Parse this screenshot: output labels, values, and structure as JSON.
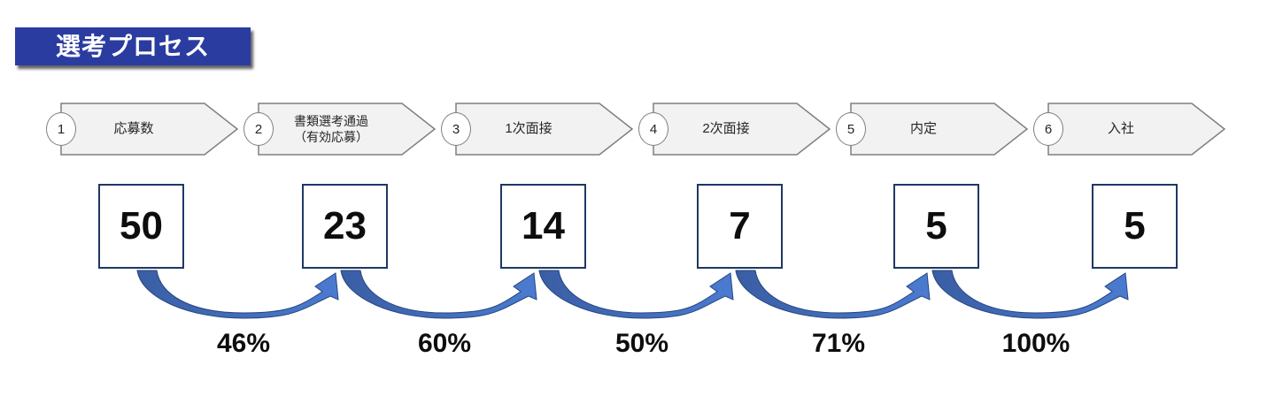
{
  "title": {
    "label": "選考プロセス"
  },
  "colors": {
    "banner-blue": "#2b3ca0",
    "chevron-fill": "#f2f2f2",
    "chevron-border": "#7f7f7f",
    "box-border": "#1f3864",
    "arrow-dark": "#3a5ea4",
    "arrow-light": "#4b7bd0",
    "arrow-outline": "#26477f"
  },
  "funnel": {
    "stages": [
      {
        "step_no": "1",
        "label": "応募数",
        "count": "50"
      },
      {
        "step_no": "2",
        "label": "書類選考通過",
        "label2": "（有効応募）",
        "count": "23"
      },
      {
        "step_no": "3",
        "label": "1次面接",
        "count": "14"
      },
      {
        "step_no": "4",
        "label": "2次面接",
        "count": "7"
      },
      {
        "step_no": "5",
        "label": "内定",
        "count": "5"
      },
      {
        "step_no": "6",
        "label": "入社",
        "count": "5"
      }
    ],
    "transitions": [
      {
        "rate": "46%"
      },
      {
        "rate": "60%"
      },
      {
        "rate": "50%"
      },
      {
        "rate": "71%"
      },
      {
        "rate": "100%"
      }
    ]
  }
}
